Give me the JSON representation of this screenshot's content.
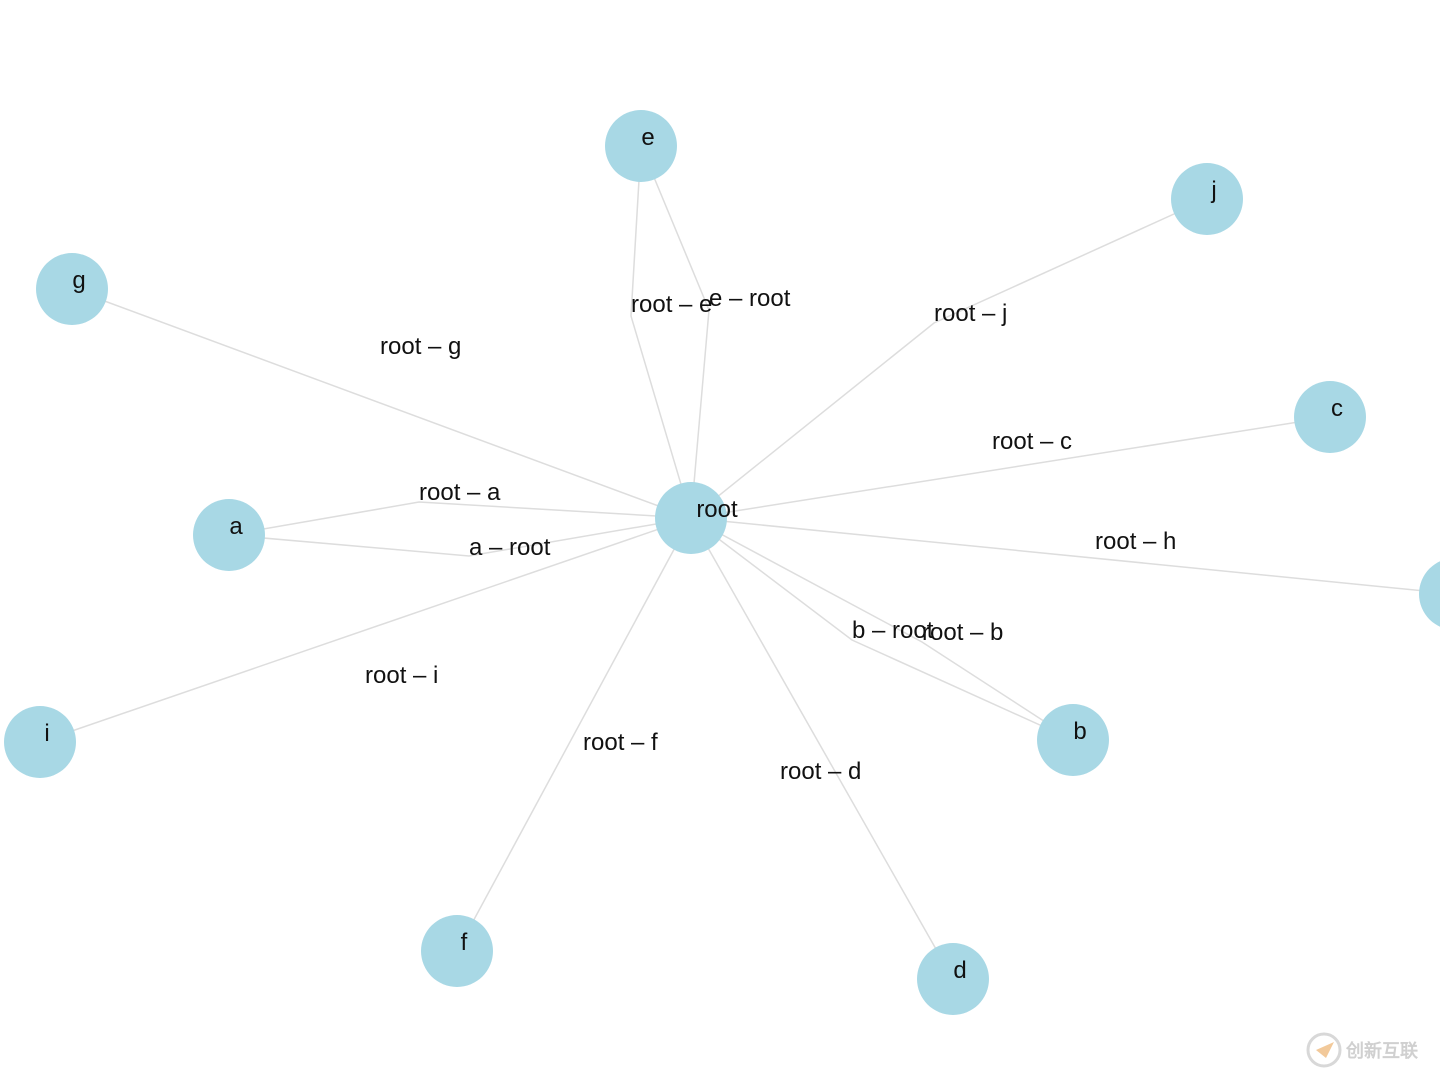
{
  "graph": {
    "node_color": "#a8d8e5",
    "edge_color": "#dddddd",
    "nodes": [
      {
        "id": "root",
        "label": "root"
      },
      {
        "id": "e",
        "label": "e"
      },
      {
        "id": "j",
        "label": "j"
      },
      {
        "id": "g",
        "label": "g"
      },
      {
        "id": "c",
        "label": "c"
      },
      {
        "id": "a",
        "label": "a"
      },
      {
        "id": "h",
        "label": ""
      },
      {
        "id": "i",
        "label": "i"
      },
      {
        "id": "b",
        "label": "b"
      },
      {
        "id": "f",
        "label": "f"
      },
      {
        "id": "d",
        "label": "d"
      }
    ],
    "edges": [
      {
        "source": "root",
        "target": "e",
        "label": "root – e"
      },
      {
        "source": "e",
        "target": "root",
        "label": "e – root"
      },
      {
        "source": "root",
        "target": "j",
        "label": "root – j"
      },
      {
        "source": "root",
        "target": "g",
        "label": "root – g"
      },
      {
        "source": "root",
        "target": "c",
        "label": "root – c"
      },
      {
        "source": "root",
        "target": "a",
        "label": "root – a"
      },
      {
        "source": "a",
        "target": "root",
        "label": "a – root"
      },
      {
        "source": "root",
        "target": "h",
        "label": "root – h"
      },
      {
        "source": "root",
        "target": "i",
        "label": "root – i"
      },
      {
        "source": "b",
        "target": "root",
        "label": "b – root"
      },
      {
        "source": "root",
        "target": "b",
        "label": "root – b"
      },
      {
        "source": "root",
        "target": "f",
        "label": "root – f"
      },
      {
        "source": "root",
        "target": "d",
        "label": "root – d"
      }
    ]
  },
  "watermark": {
    "text": "创新互联"
  }
}
